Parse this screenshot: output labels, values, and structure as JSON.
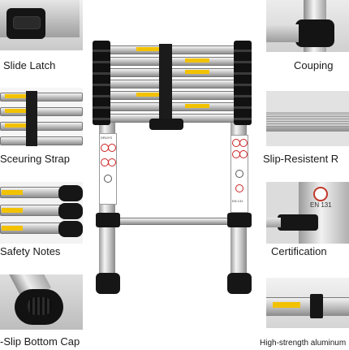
{
  "features": {
    "slide_latch": "Slide Latch",
    "couping": "Couping",
    "securing_strap": "Sceuring Strap",
    "slip_resistant": "Slip-Resistent R",
    "safety_notes": "Safety Notes",
    "certification": "Certification",
    "bottom_cap": "-Slip Bottom Cap",
    "aluminum": "High-strength aluminum"
  },
  "ladder": {
    "brand_mark": "DRUYS",
    "standard": "EN 131"
  },
  "cert_thumb": {
    "standard": "EN 131"
  },
  "colors": {
    "rubber": "#161616",
    "warning_yellow": "#f2c200",
    "aluminium": "#c9c9c9"
  }
}
